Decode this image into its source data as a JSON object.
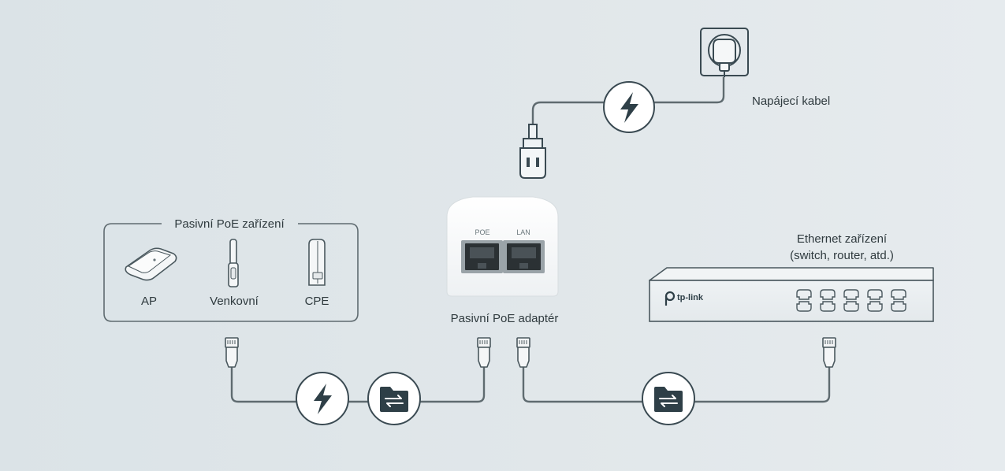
{
  "diagram": {
    "power_cable_label": "Napájecí kabel",
    "passive_poe_group": {
      "title": "Pasivní PoE zařízení",
      "devices": [
        {
          "label": "AP",
          "icon": "ceiling-access-point-icon"
        },
        {
          "label": "Venkovní",
          "icon": "outdoor-antenna-icon"
        },
        {
          "label": "CPE",
          "icon": "cpe-icon"
        }
      ]
    },
    "adapter": {
      "label": "Pasivní PoE adaptér",
      "port_poe": "POE",
      "port_lan": "LAN"
    },
    "ethernet_device": {
      "label_line1": "Ethernet zařízení",
      "label_line2": "(switch, router, atd.)",
      "brand": "tp-link"
    },
    "icons": {
      "power": "lightning-bolt-icon",
      "data": "data-transfer-folder-icon"
    },
    "colors": {
      "background": "#dfe6ea",
      "line": "#5f6b70",
      "icon_fill": "#2e3f47"
    }
  }
}
